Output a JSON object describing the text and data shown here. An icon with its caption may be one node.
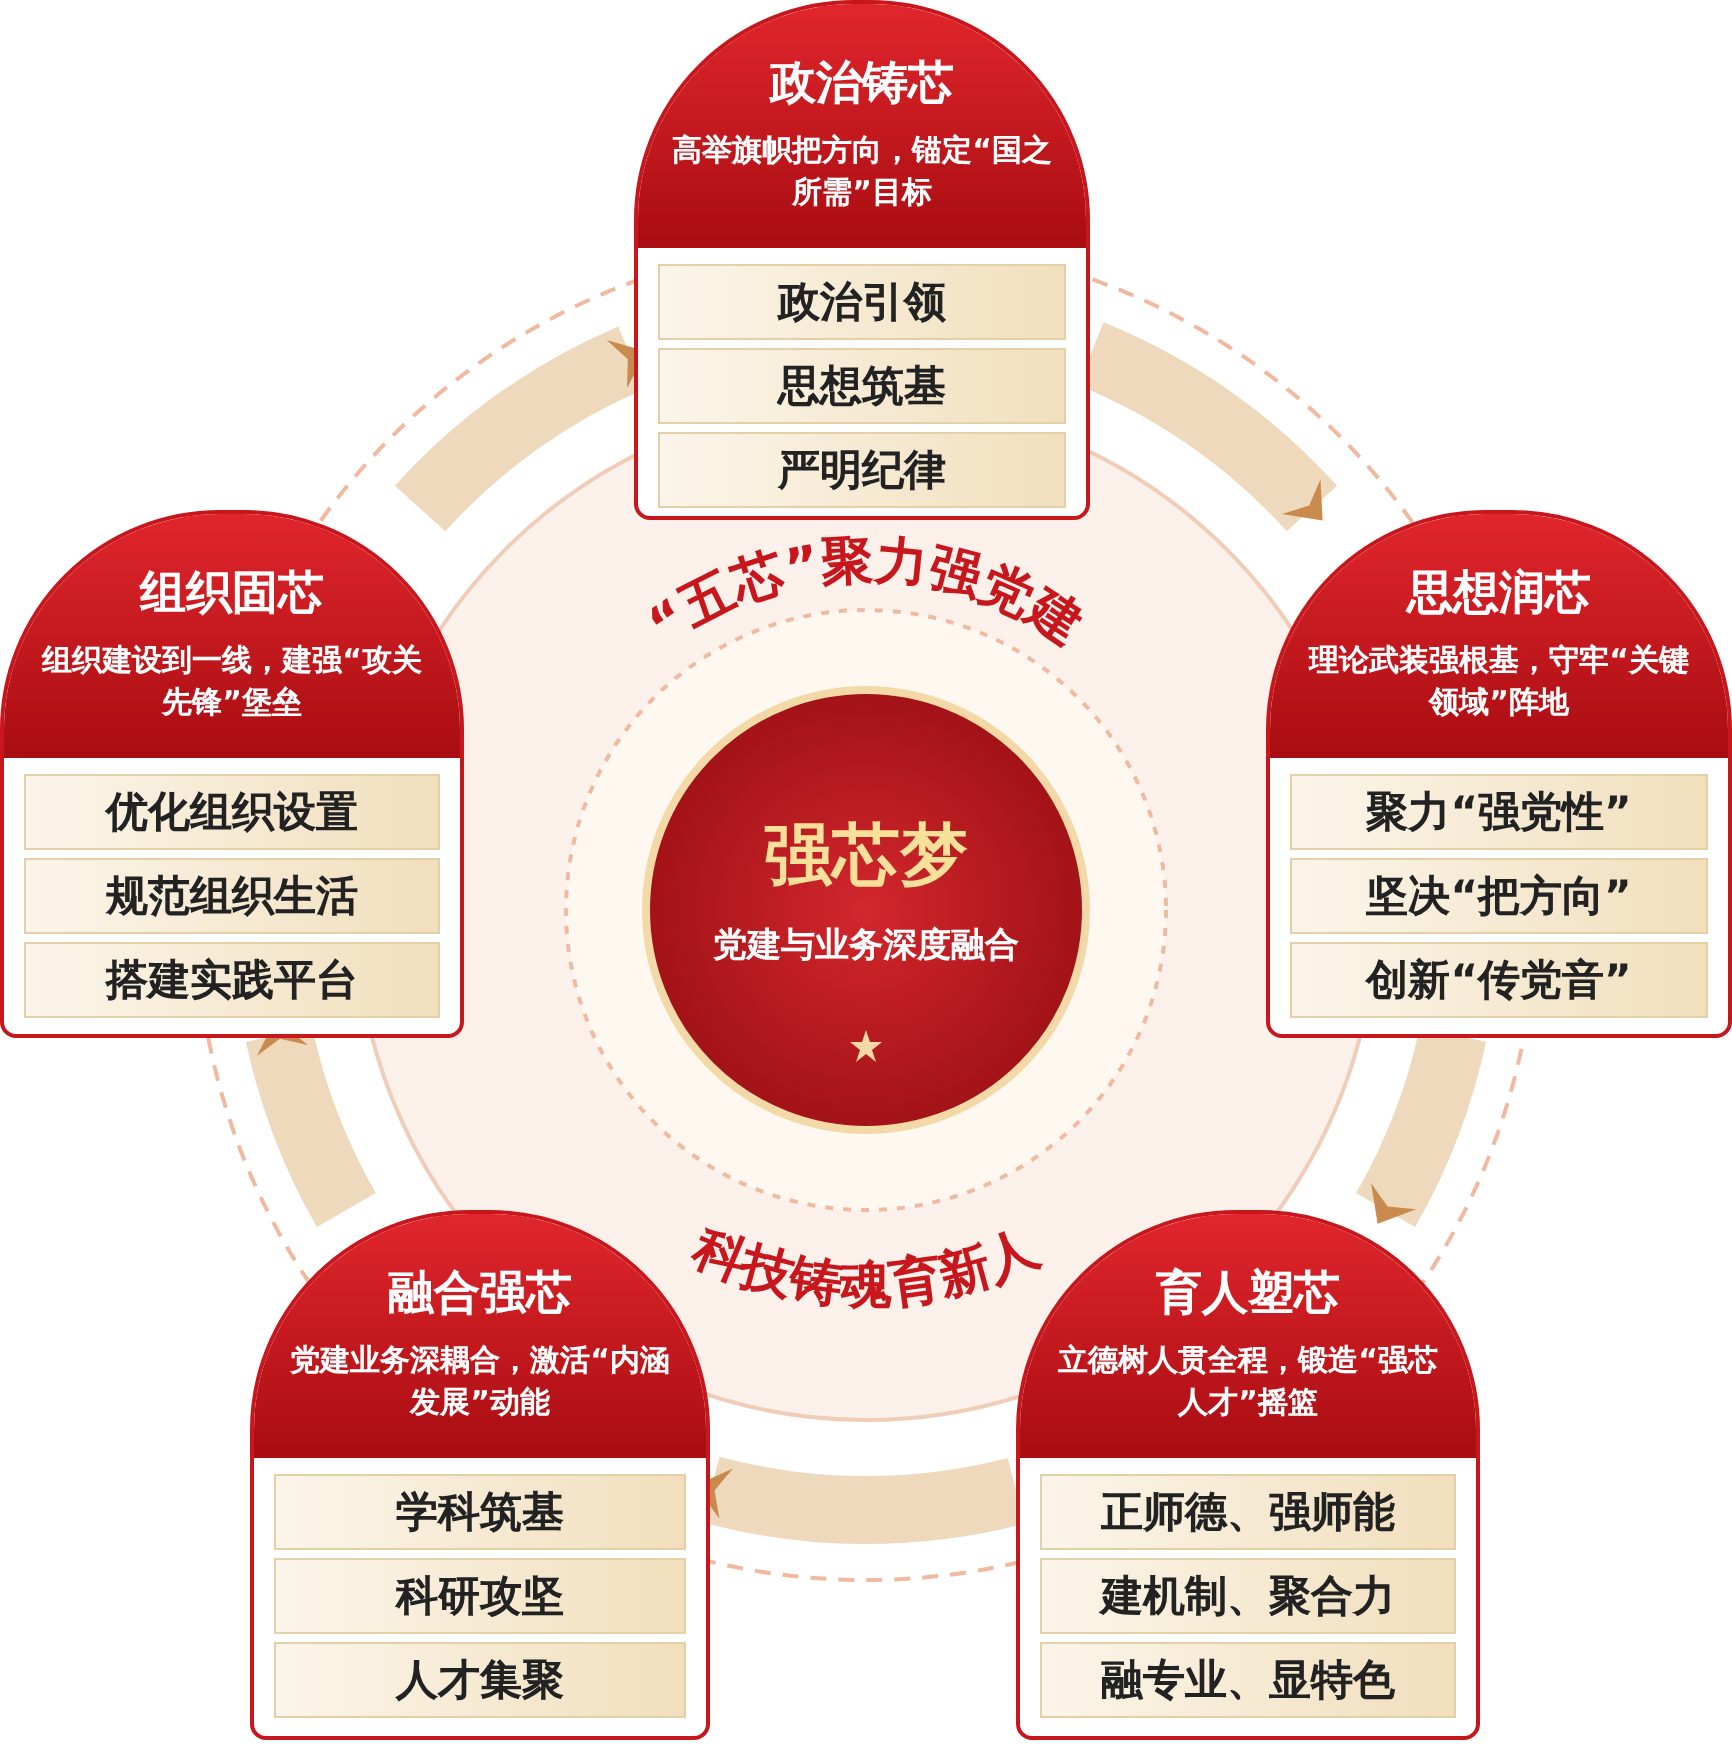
{
  "diagram": {
    "nodes": [
      {
        "text": [
          "政治铸芯",
          "高举旗帜把方向，锚定“国之所需”目标"
        ]
      },
      {
        "text": [
          "政治引领"
        ],
        "in": 0
      },
      {
        "text": [
          "思想筑基"
        ],
        "in": 0
      },
      {
        "text": [
          "严明纪律"
        ],
        "in": 0
      },
      {
        "text": [
          "组织固芯",
          "组织建设到一线，建强“攻关先锋”堡垒"
        ]
      },
      {
        "text": [
          "优化组织设置"
        ],
        "in": 4
      },
      {
        "text": [
          "规范组织生活"
        ],
        "in": 4
      },
      {
        "text": [
          "搭建实践平台"
        ],
        "in": 4
      },
      {
        "text": [
          "思想润芯",
          "理论武装强根基，守牢“关键领域”阵地"
        ]
      },
      {
        "text": [
          "聚力“强党性”"
        ],
        "in": 8
      },
      {
        "text": [
          "坚决“把方向”"
        ],
        "in": 8
      },
      {
        "text": [
          "创新“传党音”"
        ],
        "in": 8
      },
      {
        "text": [
          "强芯梦",
          "党建与业务深度融合"
        ]
      },
      {
        "text": [
          "融合强芯",
          "党建业务深耦合，激活“内涵发展”动能"
        ]
      },
      {
        "text": [
          "学科筑基"
        ],
        "in": 13
      },
      {
        "text": [
          "科研攻坚"
        ],
        "in": 13
      },
      {
        "text": [
          "人才集聚"
        ],
        "in": 13
      },
      {
        "text": [
          "育人塑芯",
          "立德树人贯全程，锻造“强芯人才”摇篮"
        ]
      },
      {
        "text": [
          "正师德、强师能"
        ],
        "in": 17
      },
      {
        "text": [
          "建机制、聚合力"
        ],
        "in": 17
      },
      {
        "text": [
          "融专业、显特色"
        ],
        "in": 17
      }
    ],
    "edges": [
      {
        "from": 0,
        "to": 8,
        "arrow": "to"
      },
      {
        "from": 8,
        "to": 17,
        "arrow": "to"
      },
      {
        "from": 17,
        "to": 13,
        "arrow": "to"
      },
      {
        "from": 13,
        "to": 4,
        "arrow": "to"
      },
      {
        "from": 4,
        "to": 0,
        "arrow": "to"
      }
    ],
    "labels": [
      "“五芯”聚力强党建",
      "科技铸魂育新人"
    ]
  }
}
